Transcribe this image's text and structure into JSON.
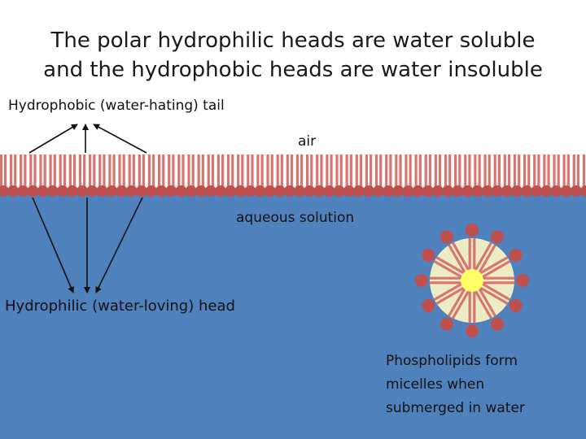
{
  "title": {
    "line1": "The polar hydrophilic heads are water soluble",
    "line2": "and the hydrophobic heads are water insoluble"
  },
  "labels": {
    "tail": "Hydrophobic (water-hating) tail",
    "air": "air",
    "aqueous": "aqueous solution",
    "head": "Hydrophilic (water-loving) head",
    "micelle_lines": [
      "Phospholipids form",
      "micelles when",
      "submerged in water"
    ]
  },
  "colors": {
    "water": "#4f81bd",
    "tail": "#d9756f",
    "head": "#c0504d",
    "micelle_body": "#ecedc5",
    "micelle_core": "#ffff66"
  }
}
